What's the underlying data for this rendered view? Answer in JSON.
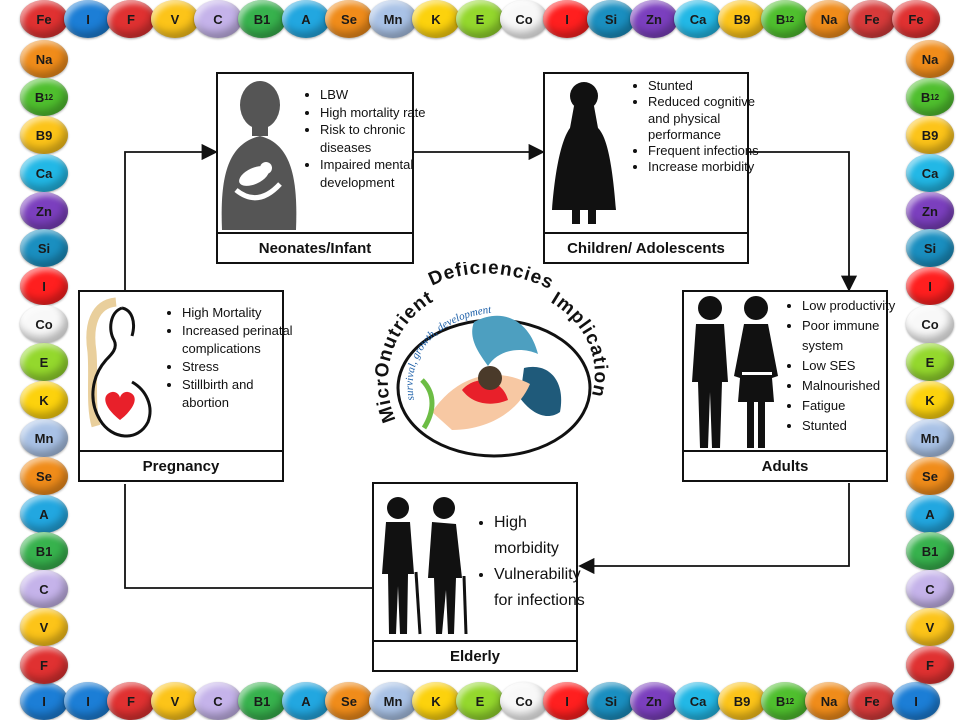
{
  "border": {
    "top": [
      {
        "label": "Fe",
        "color": "#e03131"
      },
      {
        "label": "I",
        "color": "#1c7ed6"
      },
      {
        "label": "F",
        "color": "#e03131"
      },
      {
        "label": "V",
        "color": "#fcc419"
      },
      {
        "label": "C",
        "color": "#c5b3ea"
      },
      {
        "label": "B1",
        "color": "#37b24d"
      },
      {
        "label": "A",
        "color": "#22a7e0"
      },
      {
        "label": "Se",
        "color": "#f08c1a"
      },
      {
        "label": "Mn",
        "color": "#a9c2e6"
      },
      {
        "label": "K",
        "color": "#fcd20d"
      },
      {
        "label": "E",
        "color": "#94d82d"
      },
      {
        "label": "Co",
        "color": "#f8f8f8"
      },
      {
        "label": "I",
        "color": "#ff1f1f"
      },
      {
        "label": "Si",
        "color": "#1a8fc0"
      },
      {
        "label": "Zn",
        "color": "#7b3fbe"
      },
      {
        "label": "Ca",
        "color": "#22b8e6"
      },
      {
        "label": "B9",
        "color": "#fcc419"
      },
      {
        "label": "B12",
        "color": "#4fbf2e"
      },
      {
        "label": "Na",
        "color": "#f08c1a"
      },
      {
        "label": "Fe",
        "color": "#d63a3a"
      },
      {
        "label": "Fe",
        "color": "#e03131"
      }
    ],
    "right": [
      {
        "label": "Na",
        "color": "#f08c1a"
      },
      {
        "label": "B12",
        "color": "#4fbf2e"
      },
      {
        "label": "B9",
        "color": "#fcc419"
      },
      {
        "label": "Ca",
        "color": "#22b8e6"
      },
      {
        "label": "Zn",
        "color": "#7b3fbe"
      },
      {
        "label": "Si",
        "color": "#1a8fc0"
      },
      {
        "label": "I",
        "color": "#ff1f1f"
      },
      {
        "label": "Co",
        "color": "#f8f8f8"
      },
      {
        "label": "E",
        "color": "#94d82d"
      },
      {
        "label": "K",
        "color": "#fcd20d"
      },
      {
        "label": "Mn",
        "color": "#a9c2e6"
      },
      {
        "label": "Se",
        "color": "#f08c1a"
      },
      {
        "label": "A",
        "color": "#22a7e0"
      },
      {
        "label": "B1",
        "color": "#37b24d"
      },
      {
        "label": "C",
        "color": "#c5b3ea"
      },
      {
        "label": "V",
        "color": "#fcc419"
      },
      {
        "label": "F",
        "color": "#e03131"
      }
    ],
    "bottom": [
      {
        "label": "I",
        "color": "#1c7ed6"
      },
      {
        "label": "I",
        "color": "#1c7ed6"
      },
      {
        "label": "F",
        "color": "#e03131"
      },
      {
        "label": "V",
        "color": "#fcc419"
      },
      {
        "label": "C",
        "color": "#c5b3ea"
      },
      {
        "label": "B1",
        "color": "#37b24d"
      },
      {
        "label": "A",
        "color": "#22a7e0"
      },
      {
        "label": "Se",
        "color": "#f08c1a"
      },
      {
        "label": "Mn",
        "color": "#a9c2e6"
      },
      {
        "label": "K",
        "color": "#fcd20d"
      },
      {
        "label": "E",
        "color": "#94d82d"
      },
      {
        "label": "Co",
        "color": "#f8f8f8"
      },
      {
        "label": "I",
        "color": "#ff1f1f"
      },
      {
        "label": "Si",
        "color": "#1a8fc0"
      },
      {
        "label": "Zn",
        "color": "#7b3fbe"
      },
      {
        "label": "Ca",
        "color": "#22b8e6"
      },
      {
        "label": "B9",
        "color": "#fcc419"
      },
      {
        "label": "B12",
        "color": "#4fbf2e"
      },
      {
        "label": "Na",
        "color": "#f08c1a"
      },
      {
        "label": "Fe",
        "color": "#d63a3a"
      },
      {
        "label": "I",
        "color": "#1c7ed6"
      }
    ],
    "left": [
      {
        "label": "Na",
        "color": "#f08c1a"
      },
      {
        "label": "B12",
        "color": "#4fbf2e"
      },
      {
        "label": "B9",
        "color": "#fcc419"
      },
      {
        "label": "Ca",
        "color": "#22b8e6"
      },
      {
        "label": "Zn",
        "color": "#7b3fbe"
      },
      {
        "label": "Si",
        "color": "#1a8fc0"
      },
      {
        "label": "I",
        "color": "#ff1f1f"
      },
      {
        "label": "Co",
        "color": "#f8f8f8"
      },
      {
        "label": "E",
        "color": "#94d82d"
      },
      {
        "label": "K",
        "color": "#fcd20d"
      },
      {
        "label": "Mn",
        "color": "#a9c2e6"
      },
      {
        "label": "Se",
        "color": "#f08c1a"
      },
      {
        "label": "A",
        "color": "#22a7e0"
      },
      {
        "label": "B1",
        "color": "#37b24d"
      },
      {
        "label": "C",
        "color": "#c5b3ea"
      },
      {
        "label": "V",
        "color": "#fcc419"
      },
      {
        "label": "F",
        "color": "#e03131"
      }
    ]
  },
  "center": {
    "title_left": "MicrOnutrient",
    "title_top": "Deficiencies",
    "title_right": "Implication",
    "inner_text": "survival, growth, development"
  },
  "stages": {
    "neonates": {
      "label": "Neonates/Infant",
      "points": [
        "LBW",
        "High mortality rate",
        "Risk to chronic diseases",
        "Impaired mental development"
      ]
    },
    "children": {
      "label": "Children/ Adolescents",
      "points": [
        "Stunted",
        "Reduced cognitive and physical performance",
        "Frequent infections",
        "Increase morbidity"
      ]
    },
    "adults": {
      "label": "Adults",
      "points": [
        "Low productivity",
        "Poor immune system",
        "Low SES",
        "Malnourished",
        "Fatigue",
        "Stunted"
      ]
    },
    "elderly": {
      "label": "Elderly",
      "points": [
        "High morbidity",
        "Vulnerability for infections"
      ]
    },
    "pregnancy": {
      "label": "Pregnancy",
      "points": [
        "High Mortality",
        "Increased perinatal complications",
        "Stress",
        "Stillbirth and abortion"
      ]
    }
  },
  "colors": {
    "heart": "#e8202a",
    "silhouette": "#1a1a1a",
    "infant_icon": "#555555",
    "arrow": "#111111",
    "hair": "#e9cf9c"
  }
}
